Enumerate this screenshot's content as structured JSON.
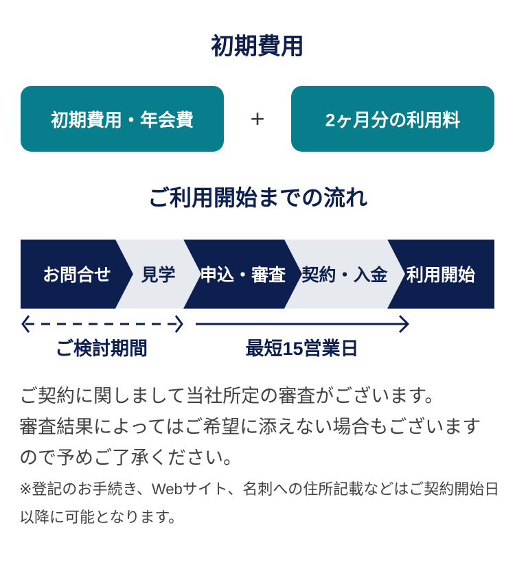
{
  "colors": {
    "teal": "#087d8c",
    "navy": "#0c1f4e",
    "light_gray": "#e6e9ee",
    "body_text": "#414141",
    "background": "#ffffff"
  },
  "initial_cost": {
    "title": "初期費用",
    "plus": "+",
    "items": [
      {
        "label": "初期費用・年会費"
      },
      {
        "label": "2ヶ月分の利用料"
      }
    ]
  },
  "flow": {
    "title": "ご利用開始までの流れ",
    "steps": [
      {
        "label": "お問合せ"
      },
      {
        "label": "見学"
      },
      {
        "label": "申込・審査"
      },
      {
        "label": "契約・入金"
      },
      {
        "label": "利用開始"
      }
    ],
    "periods": [
      {
        "label": "ご検討期間"
      },
      {
        "label": "最短15営業日"
      }
    ]
  },
  "notes": {
    "main_lines": [
      "ご契約に関しまして当社所定の審査がございます。",
      "審査結果によってはご希望に添えない場合もございます",
      "ので予めご了承ください。"
    ],
    "sub_lines": [
      "※登記のお手続き、Webサイト、名刺への住所記載などはご契約開始日",
      "以降に可能となります。"
    ]
  }
}
